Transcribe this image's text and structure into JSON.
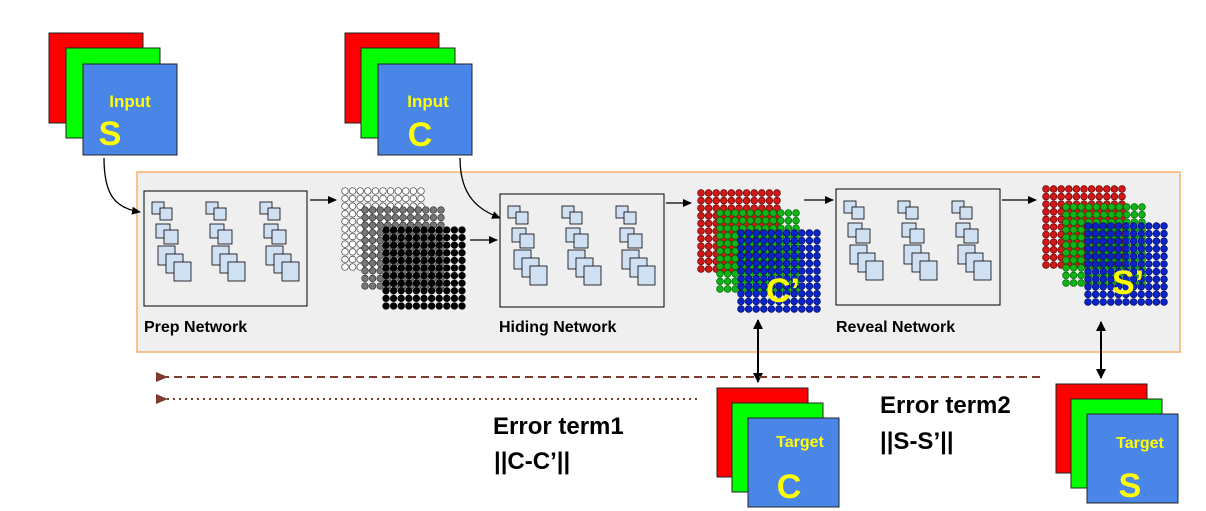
{
  "inputs": {
    "secret": {
      "caption": "Input",
      "letter": "S"
    },
    "cover": {
      "caption": "Input",
      "letter": "C"
    }
  },
  "networks": {
    "prep": "Prep Network",
    "hiding": "Hiding Network",
    "reveal": "Reveal Network"
  },
  "outputs": {
    "container": "C’",
    "revealed": "S’"
  },
  "targets": {
    "cover": {
      "caption": "Target",
      "letter": "C"
    },
    "secret": {
      "caption": "Target",
      "letter": "S"
    }
  },
  "errors": {
    "term1": {
      "title": "Error term1",
      "formula": "||C-C’||"
    },
    "term2": {
      "title": "Error term2",
      "formula": "||S-S’||"
    }
  },
  "colors": {
    "red": "#ff0000",
    "green": "#00ff00",
    "blue": "#4a86e8",
    "yellow": "#ffff00",
    "panel": "#efefef",
    "panel_border": "#f6b26b",
    "dashed_arrow": "#7f3a2f",
    "dot_blue": "#0b24c8",
    "dot_green": "#10b418",
    "dot_red": "#d01818",
    "dot_gray": "#777777",
    "card_fill": "#d0e0f3"
  }
}
